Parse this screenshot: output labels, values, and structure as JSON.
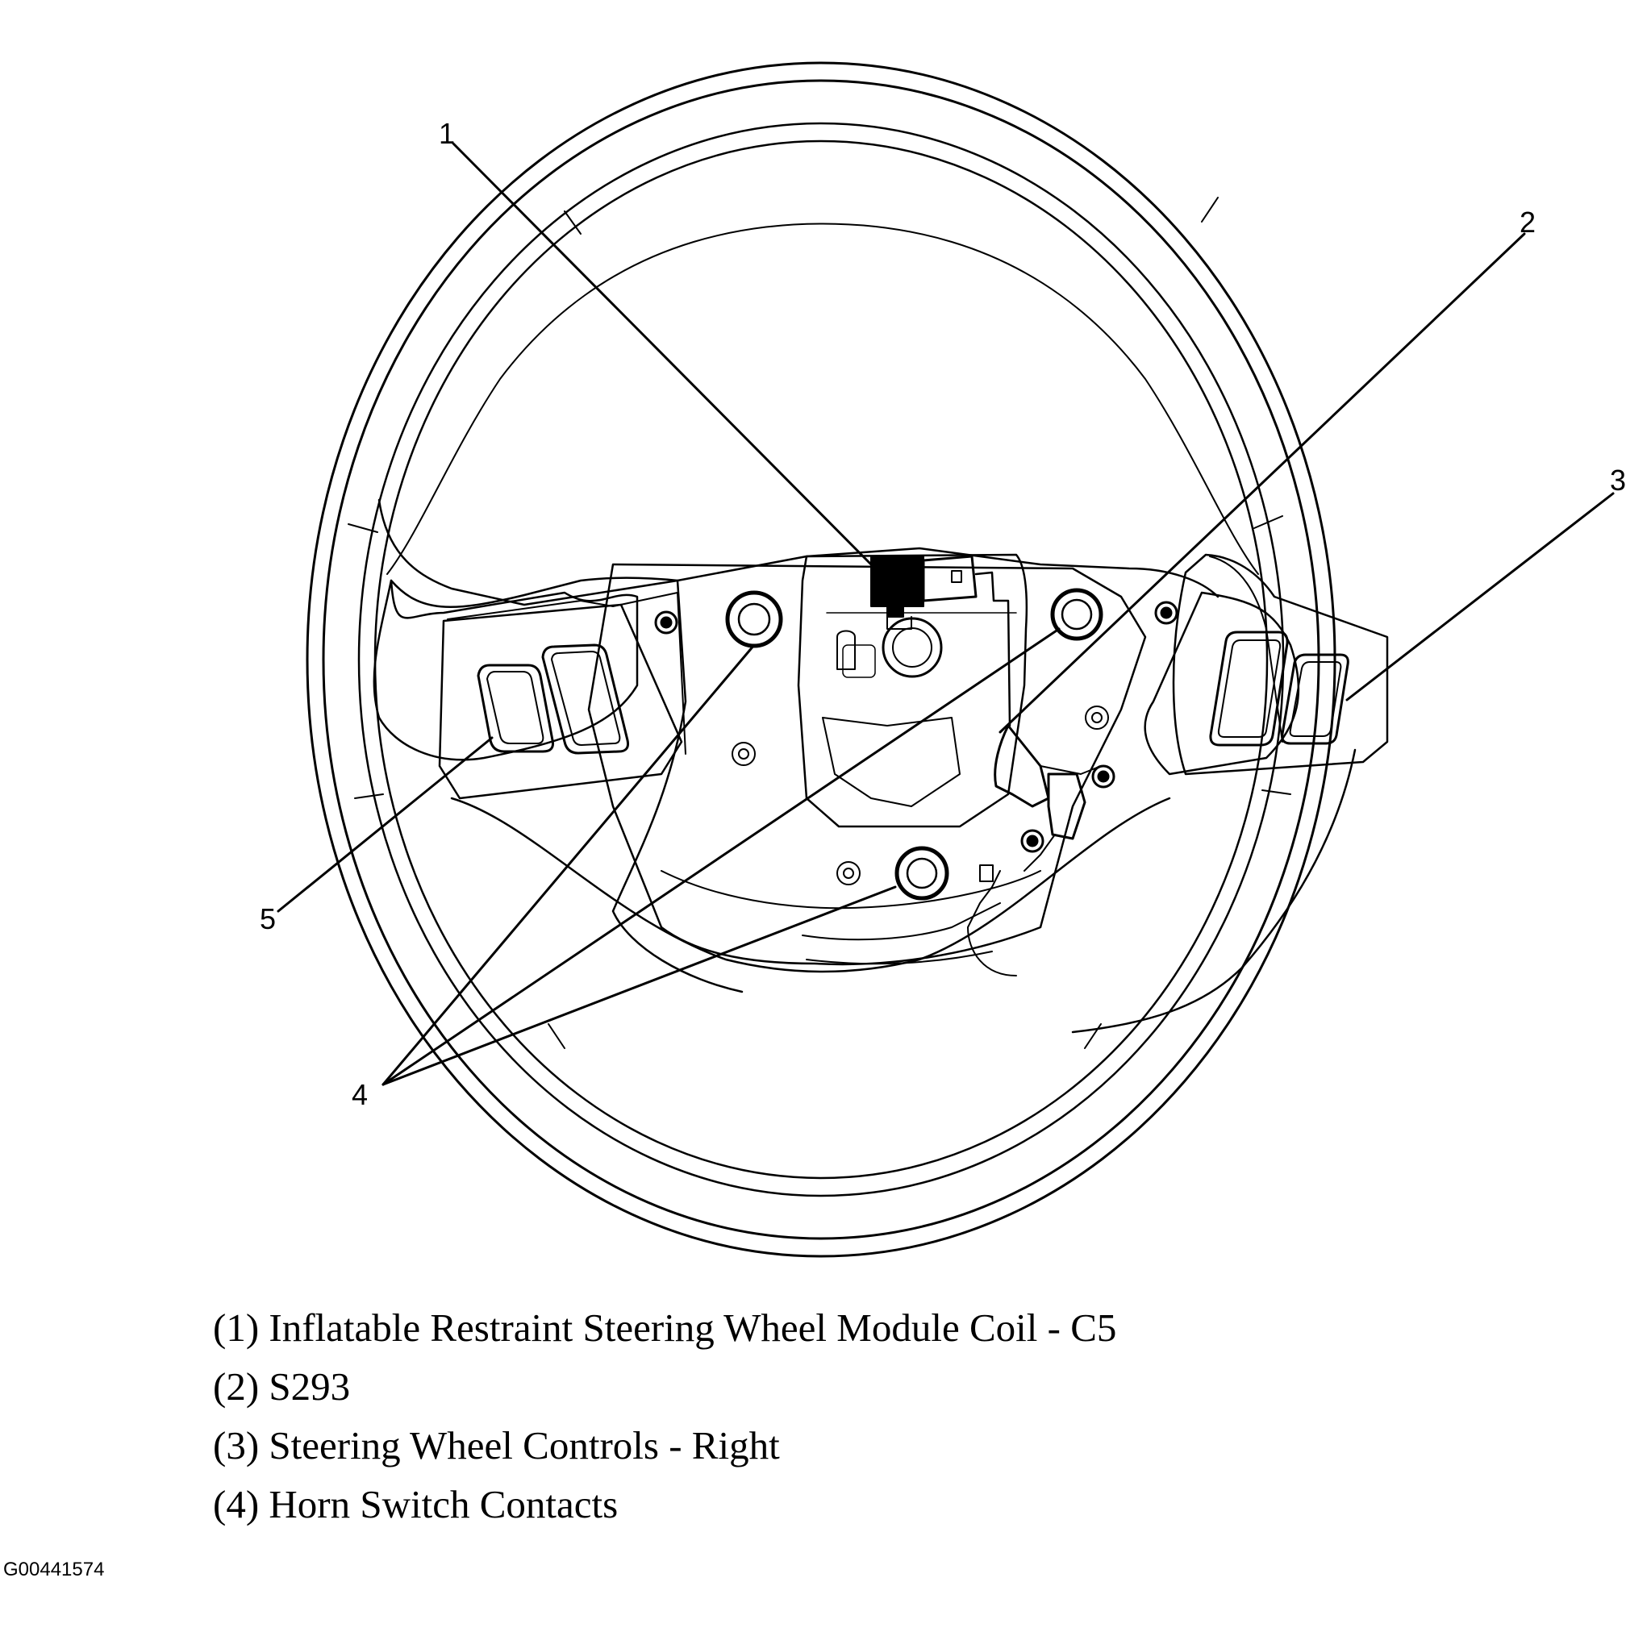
{
  "callouts": [
    {
      "number": "1",
      "name": "Inflatable Restraint Steering Wheel Module Coil - C5"
    },
    {
      "number": "2",
      "name": "S293"
    },
    {
      "number": "3",
      "name": "Steering Wheel Controls - Right"
    },
    {
      "number": "4",
      "name": "Horn Switch Contacts"
    },
    {
      "number": "5",
      "name": ""
    }
  ],
  "legend": [
    "(1) Inflatable Restraint Steering Wheel Module Coil - C5",
    "(2) S293",
    "(3) Steering Wheel Controls - Right",
    "(4) Horn Switch Contacts"
  ],
  "figure_id": "G00441574",
  "colors": {
    "line": "#000000",
    "background": "#ffffff"
  }
}
